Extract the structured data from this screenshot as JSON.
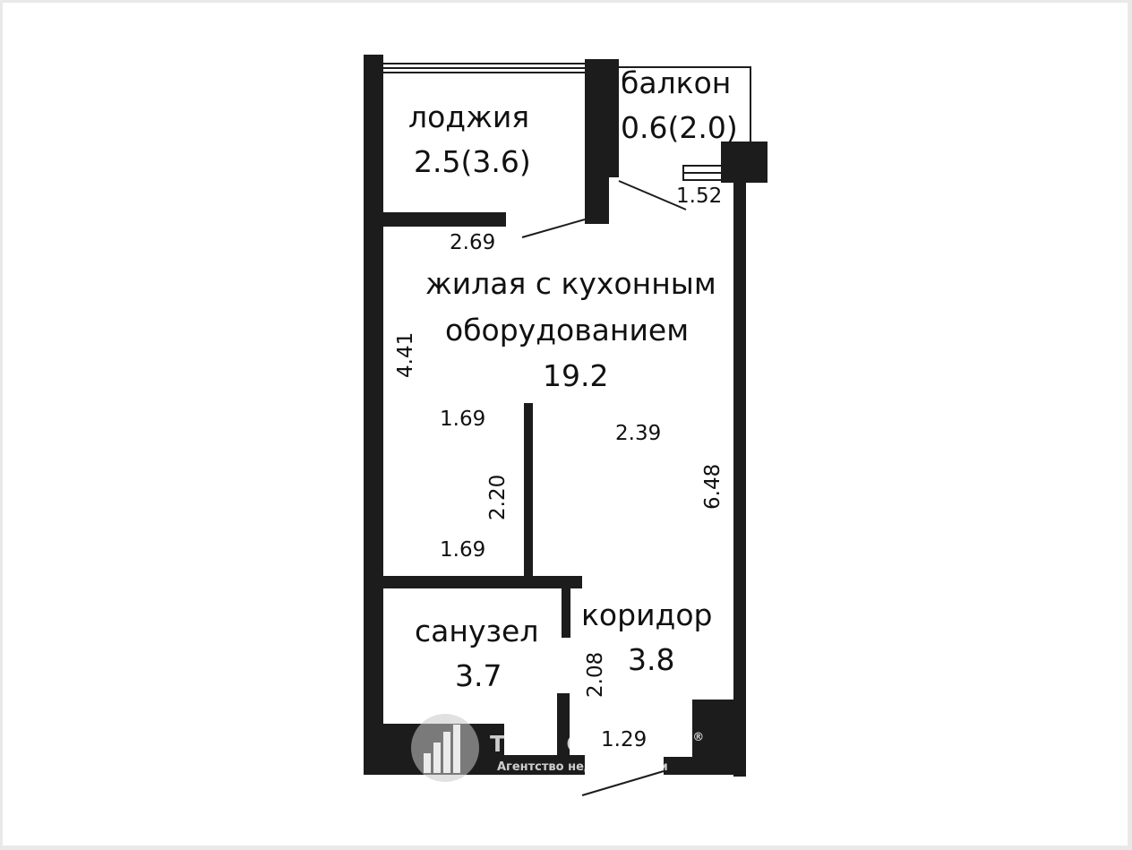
{
  "rooms": {
    "loggia": {
      "name": "лоджия",
      "area": "2.5(3.6)"
    },
    "balcony": {
      "name": "балкон",
      "area": "0.6(2.0)"
    },
    "living": {
      "name_line1": "жилая с кухонным",
      "name_line2": "оборудованием",
      "area": "19.2"
    },
    "bathroom": {
      "name": "санузел",
      "area": "3.7"
    },
    "corridor": {
      "name": "коридор",
      "area": "3.8"
    }
  },
  "dimensions": {
    "balcony_width": "1.52",
    "loggia_width": "2.69",
    "living_left_height": "4.41",
    "living_right_height": "6.48",
    "kitchen_top_width": "1.69",
    "kitchen_bottom_width": "1.69",
    "kitchen_depth": "2.20",
    "living_inner_width": "2.39",
    "corridor_height": "2.08",
    "entrance_width": "1.29"
  },
  "watermark": {
    "brand": "ТВОЯ СТОЛИЦА",
    "registered": "®",
    "tagline": "Агентство недвижимости"
  },
  "colors": {
    "wall": "#1c1c1c",
    "background": "#ffffff",
    "outer": "#e9e9e9"
  }
}
